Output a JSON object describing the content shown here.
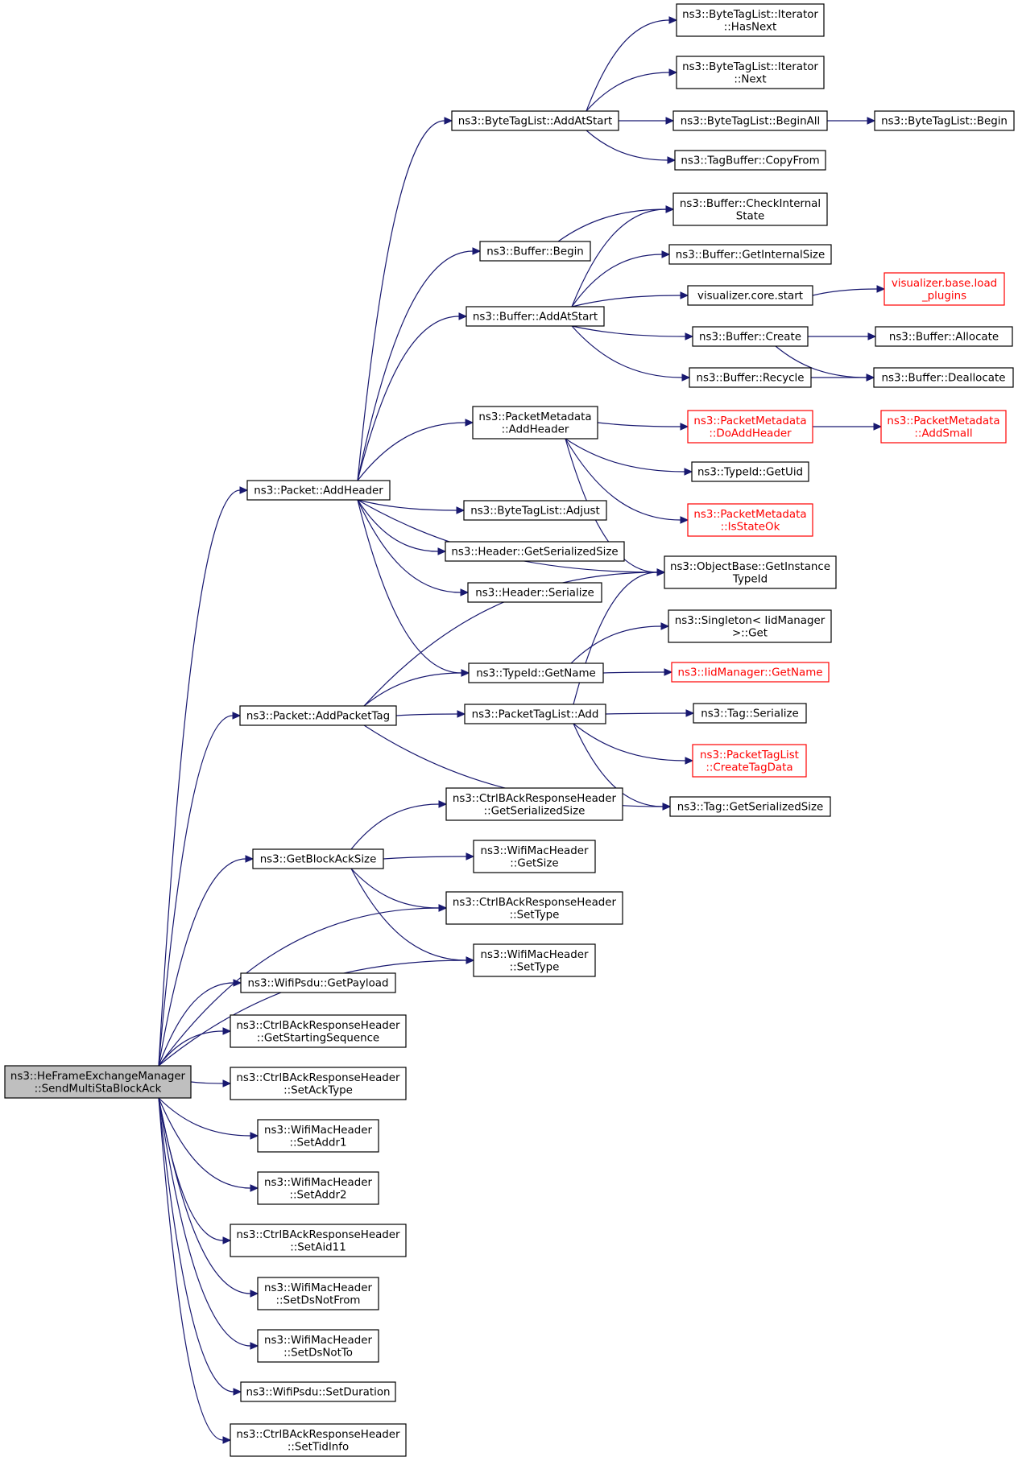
{
  "colors": {
    "edge": "#191970",
    "root_fill": "#bfbfbf",
    "node_border": "#000000",
    "undocumented_border": "#ff0000",
    "undocumented_text": "#ff0000"
  },
  "nodes": [
    {
      "id": "root",
      "lines": [
        "ns3::HeFrameExchangeManager",
        "::SendMultiStaBlockAck"
      ],
      "style": "root"
    },
    {
      "id": "pkt_addheader",
      "lines": [
        "ns3::Packet::AddHeader"
      ]
    },
    {
      "id": "pkt_addpackettag",
      "lines": [
        "ns3::Packet::AddPacketTag"
      ]
    },
    {
      "id": "getblockacksize",
      "lines": [
        "ns3::GetBlockAckSize"
      ]
    },
    {
      "id": "crh_settype",
      "lines": [
        "ns3::CtrlBAckResponseHeader",
        "::SetType"
      ]
    },
    {
      "id": "wmh_settype",
      "lines": [
        "ns3::WifiMacHeader",
        "::SetType"
      ]
    },
    {
      "id": "psdu_getpayload",
      "lines": [
        "ns3::WifiPsdu::GetPayload"
      ]
    },
    {
      "id": "crh_getstartseq",
      "lines": [
        "ns3::CtrlBAckResponseHeader",
        "::GetStartingSequence"
      ]
    },
    {
      "id": "crh_setacktype",
      "lines": [
        "ns3::CtrlBAckResponseHeader",
        "::SetAckType"
      ]
    },
    {
      "id": "wmh_setaddr1",
      "lines": [
        "ns3::WifiMacHeader",
        "::SetAddr1"
      ]
    },
    {
      "id": "wmh_setaddr2",
      "lines": [
        "ns3::WifiMacHeader",
        "::SetAddr2"
      ]
    },
    {
      "id": "crh_setaid11",
      "lines": [
        "ns3::CtrlBAckResponseHeader",
        "::SetAid11"
      ]
    },
    {
      "id": "wmh_setdsnotfrom",
      "lines": [
        "ns3::WifiMacHeader",
        "::SetDsNotFrom"
      ]
    },
    {
      "id": "wmh_setdsnotto",
      "lines": [
        "ns3::WifiMacHeader",
        "::SetDsNotTo"
      ]
    },
    {
      "id": "psdu_setduration",
      "lines": [
        "ns3::WifiPsdu::SetDuration"
      ]
    },
    {
      "id": "crh_settidinfo",
      "lines": [
        "ns3::CtrlBAckResponseHeader",
        "::SetTidInfo"
      ]
    },
    {
      "id": "btl_addatstart",
      "lines": [
        "ns3::ByteTagList::AddAtStart"
      ]
    },
    {
      "id": "buf_begin",
      "lines": [
        "ns3::Buffer::Begin"
      ]
    },
    {
      "id": "buf_addatstart",
      "lines": [
        "ns3::Buffer::AddAtStart"
      ]
    },
    {
      "id": "pm_addheader",
      "lines": [
        "ns3::PacketMetadata",
        "::AddHeader"
      ]
    },
    {
      "id": "btl_adjust",
      "lines": [
        "ns3::ByteTagList::Adjust"
      ]
    },
    {
      "id": "hdr_getserializedsize",
      "lines": [
        "ns3::Header::GetSerializedSize"
      ]
    },
    {
      "id": "hdr_serialize",
      "lines": [
        "ns3::Header::Serialize"
      ]
    },
    {
      "id": "typeid_getname",
      "lines": [
        "ns3::TypeId::GetName"
      ]
    },
    {
      "id": "ptl_add",
      "lines": [
        "ns3::PacketTagList::Add"
      ]
    },
    {
      "id": "crh_getserializedsize",
      "lines": [
        "ns3::CtrlBAckResponseHeader",
        "::GetSerializedSize"
      ]
    },
    {
      "id": "wmh_getsize",
      "lines": [
        "ns3::WifiMacHeader",
        "::GetSize"
      ]
    },
    {
      "id": "btli_hasnext",
      "lines": [
        "ns3::ByteTagList::Iterator",
        "::HasNext"
      ]
    },
    {
      "id": "btli_next",
      "lines": [
        "ns3::ByteTagList::Iterator",
        "::Next"
      ]
    },
    {
      "id": "btl_beginall",
      "lines": [
        "ns3::ByteTagList::BeginAll"
      ]
    },
    {
      "id": "tb_copyfrom",
      "lines": [
        "ns3::TagBuffer::CopyFrom"
      ]
    },
    {
      "id": "buf_checkinternalstate",
      "lines": [
        "ns3::Buffer::CheckInternal",
        "State"
      ]
    },
    {
      "id": "buf_getinternalsize",
      "lines": [
        "ns3::Buffer::GetInternalSize"
      ]
    },
    {
      "id": "viz_core_start",
      "lines": [
        "visualizer.core.start"
      ]
    },
    {
      "id": "buf_create",
      "lines": [
        "ns3::Buffer::Create"
      ]
    },
    {
      "id": "buf_recycle",
      "lines": [
        "ns3::Buffer::Recycle"
      ]
    },
    {
      "id": "pm_doaddheader",
      "lines": [
        "ns3::PacketMetadata",
        "::DoAddHeader"
      ],
      "style": "red"
    },
    {
      "id": "typeid_getuid",
      "lines": [
        "ns3::TypeId::GetUid"
      ]
    },
    {
      "id": "pm_isstateok",
      "lines": [
        "ns3::PacketMetadata",
        "::IsStateOk"
      ],
      "style": "red"
    },
    {
      "id": "ob_getinstancetypeid",
      "lines": [
        "ns3::ObjectBase::GetInstance",
        "TypeId"
      ]
    },
    {
      "id": "singleton_get",
      "lines": [
        "ns3::Singleton< IidManager",
        " >::Get"
      ]
    },
    {
      "id": "iidmanager_getname",
      "lines": [
        "ns3::IidManager::GetName"
      ],
      "style": "red"
    },
    {
      "id": "tag_serialize",
      "lines": [
        "ns3::Tag::Serialize"
      ]
    },
    {
      "id": "ptl_createtagdata",
      "lines": [
        "ns3::PacketTagList",
        "::CreateTagData"
      ],
      "style": "red"
    },
    {
      "id": "tag_getserializedsize",
      "lines": [
        "ns3::Tag::GetSerializedSize"
      ]
    },
    {
      "id": "btl_begin",
      "lines": [
        "ns3::ByteTagList::Begin"
      ]
    },
    {
      "id": "viz_base_loadplugins",
      "lines": [
        "visualizer.base.load",
        "_plugins"
      ],
      "style": "red"
    },
    {
      "id": "buf_allocate",
      "lines": [
        "ns3::Buffer::Allocate"
      ]
    },
    {
      "id": "buf_deallocate",
      "lines": [
        "ns3::Buffer::Deallocate"
      ]
    },
    {
      "id": "pm_addsmall",
      "lines": [
        "ns3::PacketMetadata",
        "::AddSmall"
      ],
      "style": "red"
    }
  ],
  "edges": [
    [
      "root",
      "pkt_addheader"
    ],
    [
      "root",
      "pkt_addpackettag"
    ],
    [
      "root",
      "getblockacksize"
    ],
    [
      "root",
      "crh_settype"
    ],
    [
      "root",
      "wmh_settype"
    ],
    [
      "root",
      "psdu_getpayload"
    ],
    [
      "root",
      "crh_getstartseq"
    ],
    [
      "root",
      "crh_setacktype"
    ],
    [
      "root",
      "wmh_setaddr1"
    ],
    [
      "root",
      "wmh_setaddr2"
    ],
    [
      "root",
      "crh_setaid11"
    ],
    [
      "root",
      "wmh_setdsnotfrom"
    ],
    [
      "root",
      "wmh_setdsnotto"
    ],
    [
      "root",
      "psdu_setduration"
    ],
    [
      "root",
      "crh_settidinfo"
    ],
    [
      "pkt_addheader",
      "btl_addatstart"
    ],
    [
      "pkt_addheader",
      "buf_begin"
    ],
    [
      "pkt_addheader",
      "buf_addatstart"
    ],
    [
      "pkt_addheader",
      "pm_addheader"
    ],
    [
      "pkt_addheader",
      "ob_getinstancetypeid"
    ],
    [
      "pkt_addheader",
      "btl_adjust"
    ],
    [
      "pkt_addheader",
      "hdr_getserializedsize"
    ],
    [
      "pkt_addheader",
      "hdr_serialize"
    ],
    [
      "pkt_addheader",
      "typeid_getname"
    ],
    [
      "btl_addatstart",
      "btli_hasnext"
    ],
    [
      "btl_addatstart",
      "btli_next"
    ],
    [
      "btl_addatstart",
      "btl_beginall"
    ],
    [
      "btl_addatstart",
      "tb_copyfrom"
    ],
    [
      "btl_beginall",
      "btl_begin"
    ],
    [
      "buf_begin",
      "buf_checkinternalstate"
    ],
    [
      "buf_addatstart",
      "buf_checkinternalstate"
    ],
    [
      "buf_addatstart",
      "buf_getinternalsize"
    ],
    [
      "buf_addatstart",
      "viz_core_start"
    ],
    [
      "buf_addatstart",
      "buf_create"
    ],
    [
      "buf_addatstart",
      "buf_recycle"
    ],
    [
      "viz_core_start",
      "viz_base_loadplugins"
    ],
    [
      "buf_create",
      "buf_allocate"
    ],
    [
      "buf_create",
      "buf_deallocate"
    ],
    [
      "buf_recycle",
      "buf_deallocate"
    ],
    [
      "pm_addheader",
      "pm_doaddheader"
    ],
    [
      "pm_addheader",
      "typeid_getuid"
    ],
    [
      "pm_addheader",
      "pm_isstateok"
    ],
    [
      "pm_addheader",
      "ob_getinstancetypeid"
    ],
    [
      "pm_doaddheader",
      "pm_addsmall"
    ],
    [
      "pkt_addpackettag",
      "ob_getinstancetypeid"
    ],
    [
      "pkt_addpackettag",
      "typeid_getname"
    ],
    [
      "pkt_addpackettag",
      "ptl_add"
    ],
    [
      "pkt_addpackettag",
      "tag_getserializedsize"
    ],
    [
      "typeid_getname",
      "singleton_get"
    ],
    [
      "typeid_getname",
      "iidmanager_getname"
    ],
    [
      "ptl_add",
      "ob_getinstancetypeid"
    ],
    [
      "ptl_add",
      "tag_serialize"
    ],
    [
      "ptl_add",
      "ptl_createtagdata"
    ],
    [
      "ptl_add",
      "tag_getserializedsize"
    ],
    [
      "getblockacksize",
      "crh_getserializedsize"
    ],
    [
      "getblockacksize",
      "wmh_getsize"
    ],
    [
      "getblockacksize",
      "crh_settype"
    ],
    [
      "getblockacksize",
      "wmh_settype"
    ]
  ]
}
